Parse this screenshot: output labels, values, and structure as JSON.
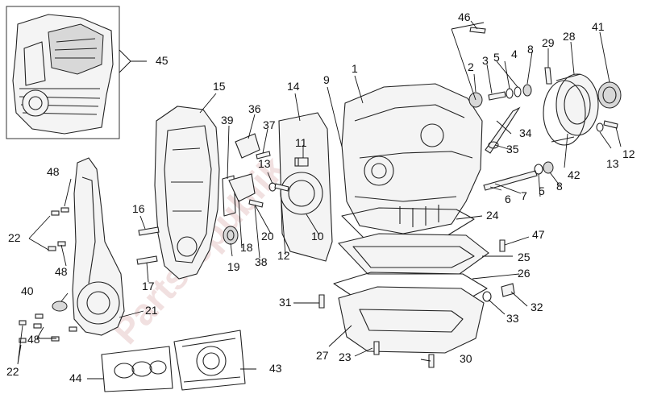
{
  "watermark": "Partsrepublik",
  "callouts": [
    {
      "id": "c1",
      "text": "1"
    },
    {
      "id": "c2",
      "text": "2"
    },
    {
      "id": "c3",
      "text": "3"
    },
    {
      "id": "c4",
      "text": "4"
    },
    {
      "id": "c5a",
      "text": "5"
    },
    {
      "id": "c5b",
      "text": "5"
    },
    {
      "id": "c6",
      "text": "6"
    },
    {
      "id": "c7",
      "text": "7"
    },
    {
      "id": "c8a",
      "text": "8"
    },
    {
      "id": "c8b",
      "text": "8"
    },
    {
      "id": "c9",
      "text": "9"
    },
    {
      "id": "c10",
      "text": "10"
    },
    {
      "id": "c11",
      "text": "11"
    },
    {
      "id": "c12a",
      "text": "12"
    },
    {
      "id": "c12b",
      "text": "12"
    },
    {
      "id": "c13a",
      "text": "13"
    },
    {
      "id": "c13b",
      "text": "13"
    },
    {
      "id": "c14",
      "text": "14"
    },
    {
      "id": "c15",
      "text": "15"
    },
    {
      "id": "c16",
      "text": "16"
    },
    {
      "id": "c17",
      "text": "17"
    },
    {
      "id": "c18",
      "text": "18"
    },
    {
      "id": "c19",
      "text": "19"
    },
    {
      "id": "c20",
      "text": "20"
    },
    {
      "id": "c21",
      "text": "21"
    },
    {
      "id": "c22a",
      "text": "22"
    },
    {
      "id": "c22b",
      "text": "22"
    },
    {
      "id": "c23",
      "text": "23"
    },
    {
      "id": "c24",
      "text": "24"
    },
    {
      "id": "c25",
      "text": "25"
    },
    {
      "id": "c26",
      "text": "26"
    },
    {
      "id": "c27",
      "text": "27"
    },
    {
      "id": "c28",
      "text": "28"
    },
    {
      "id": "c29",
      "text": "29"
    },
    {
      "id": "c30",
      "text": "30"
    },
    {
      "id": "c31",
      "text": "31"
    },
    {
      "id": "c32",
      "text": "32"
    },
    {
      "id": "c33",
      "text": "33"
    },
    {
      "id": "c34",
      "text": "34"
    },
    {
      "id": "c35",
      "text": "35"
    },
    {
      "id": "c36",
      "text": "36"
    },
    {
      "id": "c37",
      "text": "37"
    },
    {
      "id": "c38",
      "text": "38"
    },
    {
      "id": "c39",
      "text": "39"
    },
    {
      "id": "c40",
      "text": "40"
    },
    {
      "id": "c41",
      "text": "41"
    },
    {
      "id": "c42",
      "text": "42"
    },
    {
      "id": "c43",
      "text": "43"
    },
    {
      "id": "c44",
      "text": "44"
    },
    {
      "id": "c45",
      "text": "45"
    },
    {
      "id": "c46",
      "text": "46"
    },
    {
      "id": "c47",
      "text": "47"
    },
    {
      "id": "c48a",
      "text": "48"
    },
    {
      "id": "c48b",
      "text": "48"
    },
    {
      "id": "c48c",
      "text": "48"
    }
  ]
}
